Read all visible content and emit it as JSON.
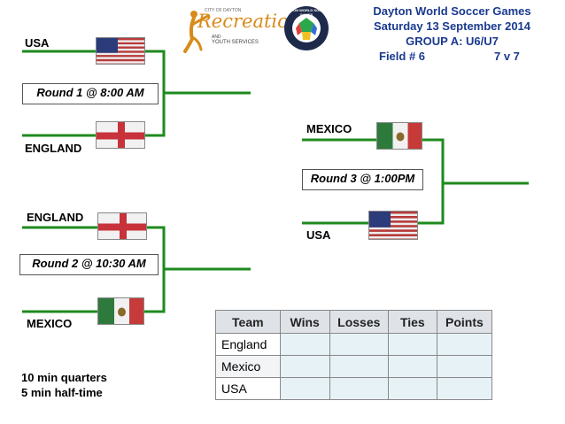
{
  "header": {
    "title": "Dayton World Soccer Games",
    "date": "Saturday 13 September 2014",
    "group": "GROUP A: U6/U7",
    "field": "Field # 6",
    "format": "7 v 7"
  },
  "logo_recreation": {
    "small_text": "CITY OF DAYTON",
    "main_text": "Recreation",
    "sub_text_and": "AND",
    "sub_text": "YOUTH SERVICES"
  },
  "logo_world_games": {
    "ring_text": "DAYTON WORLD SOCCER GAMES"
  },
  "bracket": {
    "match1": {
      "team_top": "USA",
      "team_bottom": "ENGLAND",
      "round_label": "Round 1 @ 8:00 AM"
    },
    "match2": {
      "team_top": "ENGLAND",
      "team_bottom": "MEXICO",
      "round_label": "Round 2 @ 10:30 AM"
    },
    "match3": {
      "team_top": "MEXICO",
      "team_bottom": "USA",
      "round_label": "Round 3 @ 1:00PM"
    }
  },
  "flags": [
    "usa-flag",
    "england-flag",
    "mexico-flag"
  ],
  "notes": {
    "line1": "10 min quarters",
    "line2": "5 min half-time"
  },
  "standings": {
    "columns": [
      "Team",
      "Wins",
      "Losses",
      "Ties",
      "Points"
    ],
    "rows": [
      "England",
      "Mexico",
      "USA"
    ]
  },
  "colors": {
    "bracket_line": "#1e8a1e",
    "header_text": "#1a3a8f",
    "table_header": "#dfe3e8",
    "empty_cell": "#e7f2f7"
  }
}
